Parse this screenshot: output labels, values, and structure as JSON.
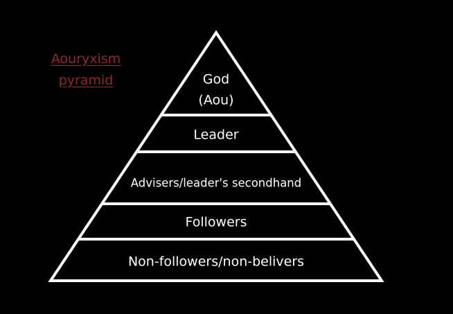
{
  "title": {
    "line1": "Aouryxism",
    "line2": "pyramid"
  },
  "colors": {
    "background": "#000000",
    "title": "#8b2c2c",
    "pyramid_stroke": "#ffffff",
    "label": "#ffffff"
  },
  "tiers": [
    {
      "lines": [
        "God",
        "(Aou)"
      ]
    },
    {
      "lines": [
        "Leader"
      ]
    },
    {
      "lines": [
        "Advisers/leader's secondhand"
      ]
    },
    {
      "lines": [
        "Followers"
      ]
    },
    {
      "lines": [
        "Non-followers/non-belivers"
      ]
    }
  ]
}
